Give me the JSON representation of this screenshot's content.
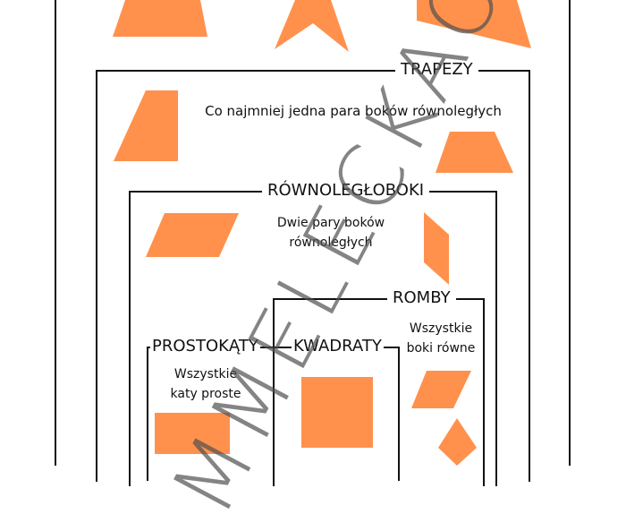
{
  "colors": {
    "shape_fill": "#ff914d",
    "line": "#111111",
    "watermark": "#555555"
  },
  "sets": {
    "trapezy": {
      "label": "TRAPEZY",
      "description": "Co najmniej jedna para boków równoległych"
    },
    "rownoleglyboki": {
      "label": "RÓWNOLEGŁOBOKI",
      "description_line1": "Dwie pary boków",
      "description_line2": "równoległych"
    },
    "romby": {
      "label": "ROMBY",
      "description_line1": "Wszystkie",
      "description_line2": "boki równe"
    },
    "prostokaty": {
      "label": "PROSTOKĄTY",
      "description_line1": "Wszystkie",
      "description_line2": "katy proste"
    },
    "kwadraty": {
      "label": "KWADRATY"
    }
  },
  "top_shapes": [
    "trapezoid",
    "concave-kite",
    "irregular-quadrilateral"
  ],
  "watermark": {
    "text": "MMELECKAO"
  }
}
